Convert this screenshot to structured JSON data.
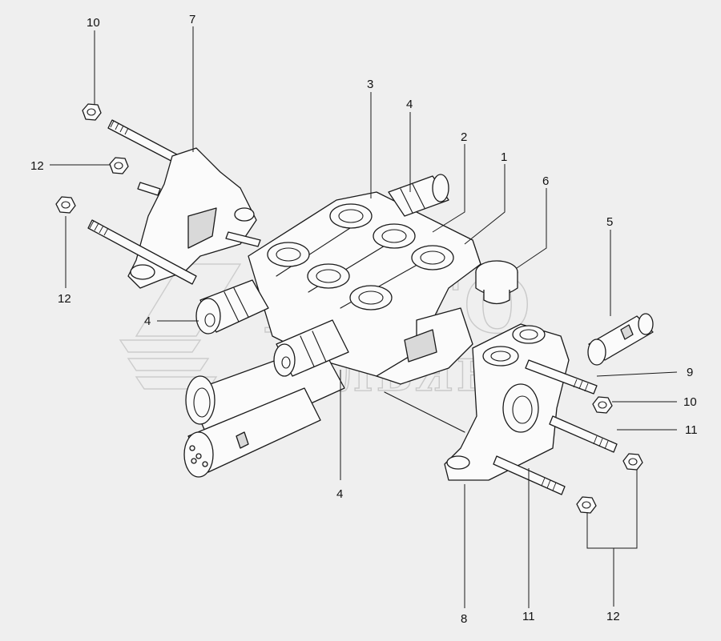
{
  "callouts": [
    {
      "id": "c-10-top",
      "label": "10"
    },
    {
      "id": "c-7",
      "label": "7"
    },
    {
      "id": "c-3",
      "label": "3"
    },
    {
      "id": "c-4-top",
      "label": "4"
    },
    {
      "id": "c-2",
      "label": "2"
    },
    {
      "id": "c-1",
      "label": "1"
    },
    {
      "id": "c-6",
      "label": "6"
    },
    {
      "id": "c-5",
      "label": "5"
    },
    {
      "id": "c-12-left",
      "label": "12"
    },
    {
      "id": "c-12-lower-left",
      "label": "12"
    },
    {
      "id": "c-4-left",
      "label": "4"
    },
    {
      "id": "c-9",
      "label": "9"
    },
    {
      "id": "c-10-right",
      "label": "10"
    },
    {
      "id": "c-11-right",
      "label": "11"
    },
    {
      "id": "c-4-bottom",
      "label": "4"
    },
    {
      "id": "c-8",
      "label": "8"
    },
    {
      "id": "c-11-bottom",
      "label": "11"
    },
    {
      "id": "c-12-bottom",
      "label": "12"
    }
  ],
  "watermark": {
    "line1": "АВТО",
    "line2": "АЛЬЯНС"
  },
  "colors": {
    "background": "#efefef",
    "ink": "#1a1a1a",
    "watermark": "#c9c9c9"
  }
}
